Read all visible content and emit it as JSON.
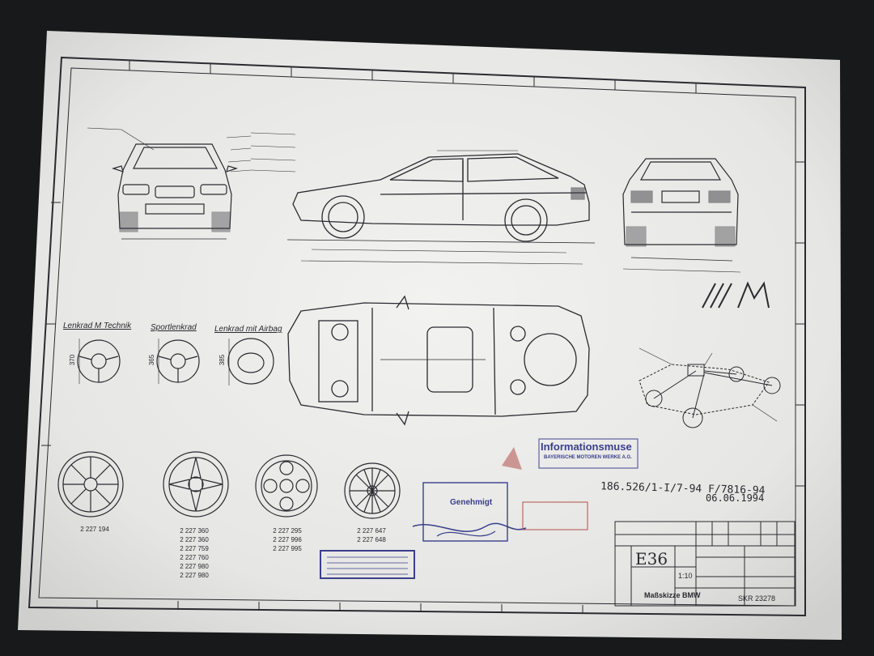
{
  "colors": {
    "background": "#17191a",
    "paper": "#e9e9e7",
    "ink": "#2a2a30",
    "stamp_blue": "#3a3f8c",
    "stamp_red": "#b0504a"
  },
  "labels": {
    "steering_m_technik": "Lenkrad M Technik",
    "steering_sport": "Sportlenkrad",
    "steering_airbag": "Lenkrad mit Airbag",
    "dim_370": "370",
    "dim_365": "365",
    "dim_385": "385"
  },
  "wheels": [
    {
      "numbers": [
        "2 227 194"
      ]
    },
    {
      "numbers": [
        "2 227 360",
        "2 227 360",
        "2 227 759",
        "2 227 760",
        "2 227 980",
        "2 227 980"
      ]
    },
    {
      "numbers": [
        "2 227 295",
        "2 227 996",
        "2 227 995"
      ]
    },
    {
      "numbers": [
        "2 227 647",
        "2 227 648"
      ]
    }
  ],
  "documents": {
    "approval_number": "186.526/1-I/7-94 F/7816-94",
    "date": "06.06.1994"
  },
  "title_block": {
    "model": "E36",
    "scale": "1:10",
    "drawing_title": "Maßskizze BMW",
    "drawing_number": "SKR 23278"
  },
  "stamps": {
    "info_stamp": "Informationsmuse",
    "info_sub": "BAYERISCHE MOTOREN WERKE A.G.",
    "genehmigt": "Genehmigt"
  },
  "logos": {
    "m_logo": "M"
  }
}
